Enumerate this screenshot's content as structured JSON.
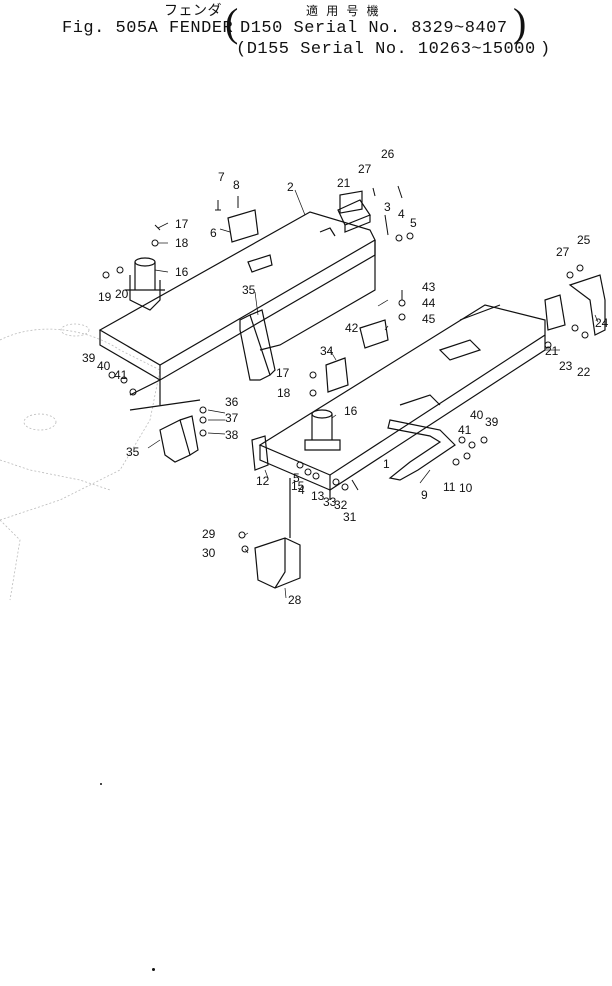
{
  "header": {
    "jp_title": "フェンダ",
    "jp_applicable": "適 用 号 機",
    "fig_title": "Fig. 505A FENDER",
    "model_line_1": "D150 Serial No. 8329~8407",
    "model_line_2": "(D155 Serial No. 10263~15000"
  },
  "callouts": [
    "1",
    "2",
    "3",
    "4",
    "5",
    "6",
    "7",
    "8",
    "9",
    "10",
    "11",
    "12",
    "13",
    "14",
    "15",
    "16",
    "17",
    "18",
    "19",
    "20",
    "21",
    "22",
    "23",
    "24",
    "25",
    "26",
    "27",
    "28",
    "29",
    "30",
    "31",
    "32",
    "33",
    "34",
    "35",
    "36",
    "37",
    "38",
    "39",
    "40",
    "41",
    "42",
    "43",
    "44",
    "45"
  ]
}
